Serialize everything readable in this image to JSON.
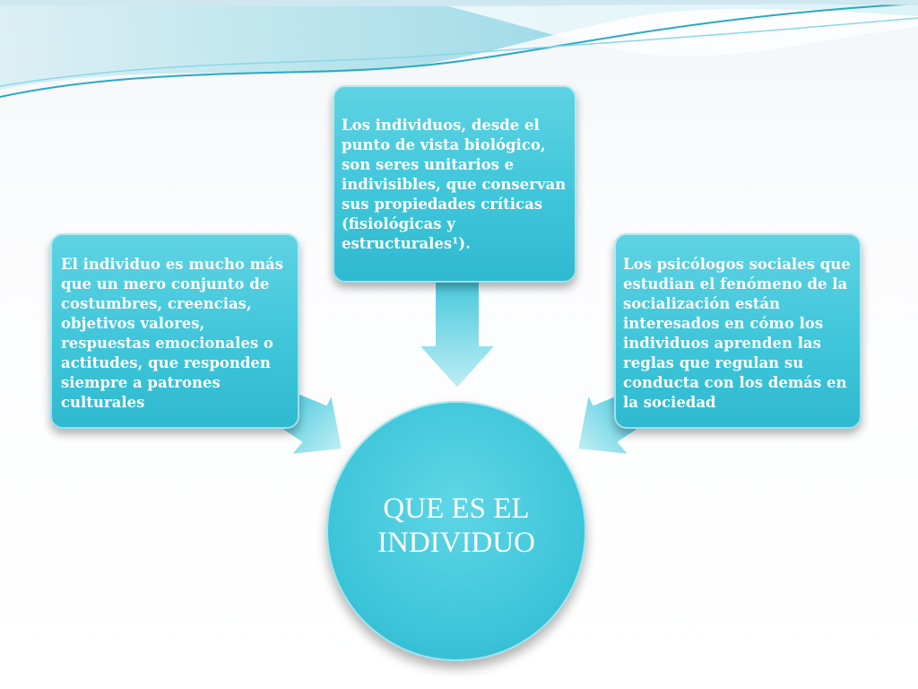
{
  "diagram": {
    "center": {
      "label": "QUE ES EL\nINDIVIDUO"
    },
    "boxes": {
      "left": {
        "text": "El  individuo es mucho más que un mero conjunto de costumbres, creencias, objetivos valores, respuestas emocionales o actitudes, que responden siempre a patrones culturales"
      },
      "top": {
        "text": "Los individuos, desde el punto de vista biológico, son seres unitarios e indivisibles, que conservan sus propiedades críticas (fisiológicas y estructurales¹)."
      },
      "right": {
        "text": "Los psicólogos sociales que estudian el fenómeno de la socialización están interesados en cómo los individuos aprenden las reglas que regulan su conducta con los demás en la sociedad"
      }
    }
  },
  "colors": {
    "box_fill": "#3fc6da",
    "box_text": "#ffffff",
    "decor_wave": "#5cc9de"
  }
}
